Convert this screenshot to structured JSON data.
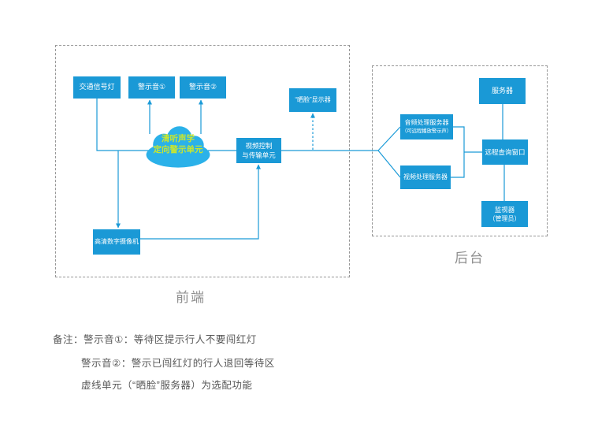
{
  "diagram": {
    "frontend": {
      "label": "前端",
      "nodes": {
        "traffic_light": "交通信号灯",
        "warning1": "警示音①",
        "warning2": "警示音②",
        "cloud_line1": "清听声学",
        "cloud_line2": "定向警示单元",
        "display": "“晒脸”显示器",
        "video_ctrl_line1": "视频控制",
        "video_ctrl_line2": "与传输单元",
        "camera": "高清数字摄像机"
      }
    },
    "backend": {
      "label": "后台",
      "nodes": {
        "audio_server_line1": "音频处理服务器",
        "audio_server_line2": "（可远程播放警示声）",
        "video_server": "视频处理服务器",
        "server": "服务器",
        "remote_query": "远程查询窗口",
        "monitor_line1": "监视器",
        "monitor_line2": "（管理员）"
      }
    },
    "notes": {
      "prefix": "备注：",
      "items": [
        "警示音①：等待区提示行人不要闯红灯",
        "警示音②：警示已闯红灯的行人退回等待区",
        "虚线单元（“晒脸”服务器）为选配功能"
      ]
    },
    "colors": {
      "node_fill": "#1a99d6",
      "cloud_fill": "#2bb1e9",
      "cloud_text": "#c8e62f",
      "line": "#1a9ad7",
      "dashed_border": "#969696",
      "note_text": "#575757"
    }
  }
}
